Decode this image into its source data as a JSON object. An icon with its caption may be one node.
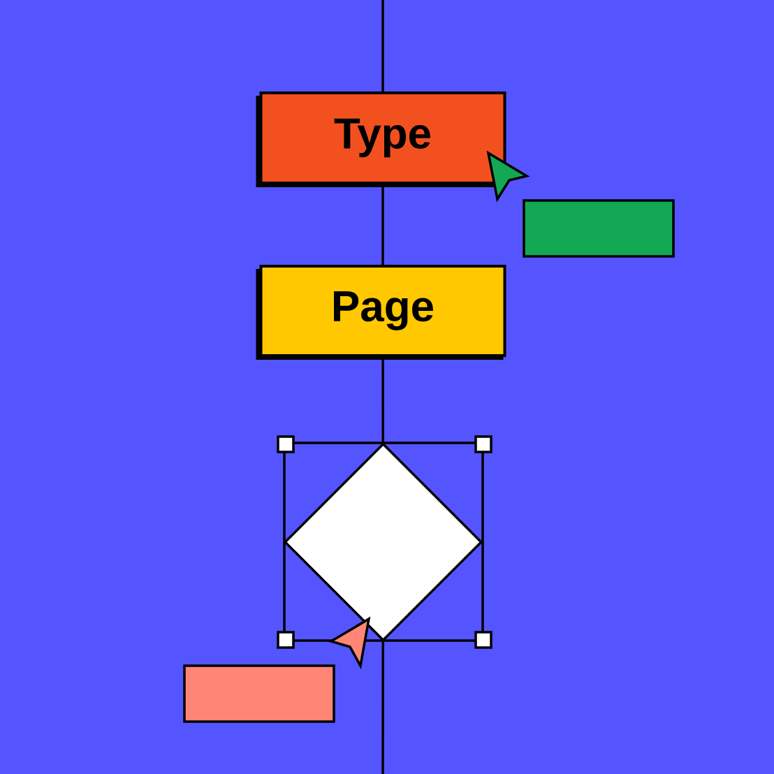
{
  "diagram": {
    "nodes": [
      {
        "text": [
          "Type"
        ]
      },
      {
        "text": [
          "Page"
        ]
      },
      {
        "text": [],
        "shape": "diamond"
      },
      {
        "text": [],
        "shape": "box"
      },
      {
        "text": [],
        "shape": "box"
      }
    ],
    "edges": [
      {
        "from": null,
        "to": 0,
        "arrow": "none"
      },
      {
        "from": 0,
        "to": 1,
        "arrow": "none"
      },
      {
        "from": 1,
        "to": 2,
        "arrow": "none"
      },
      {
        "from": 2,
        "to": null,
        "arrow": "none"
      }
    ]
  }
}
